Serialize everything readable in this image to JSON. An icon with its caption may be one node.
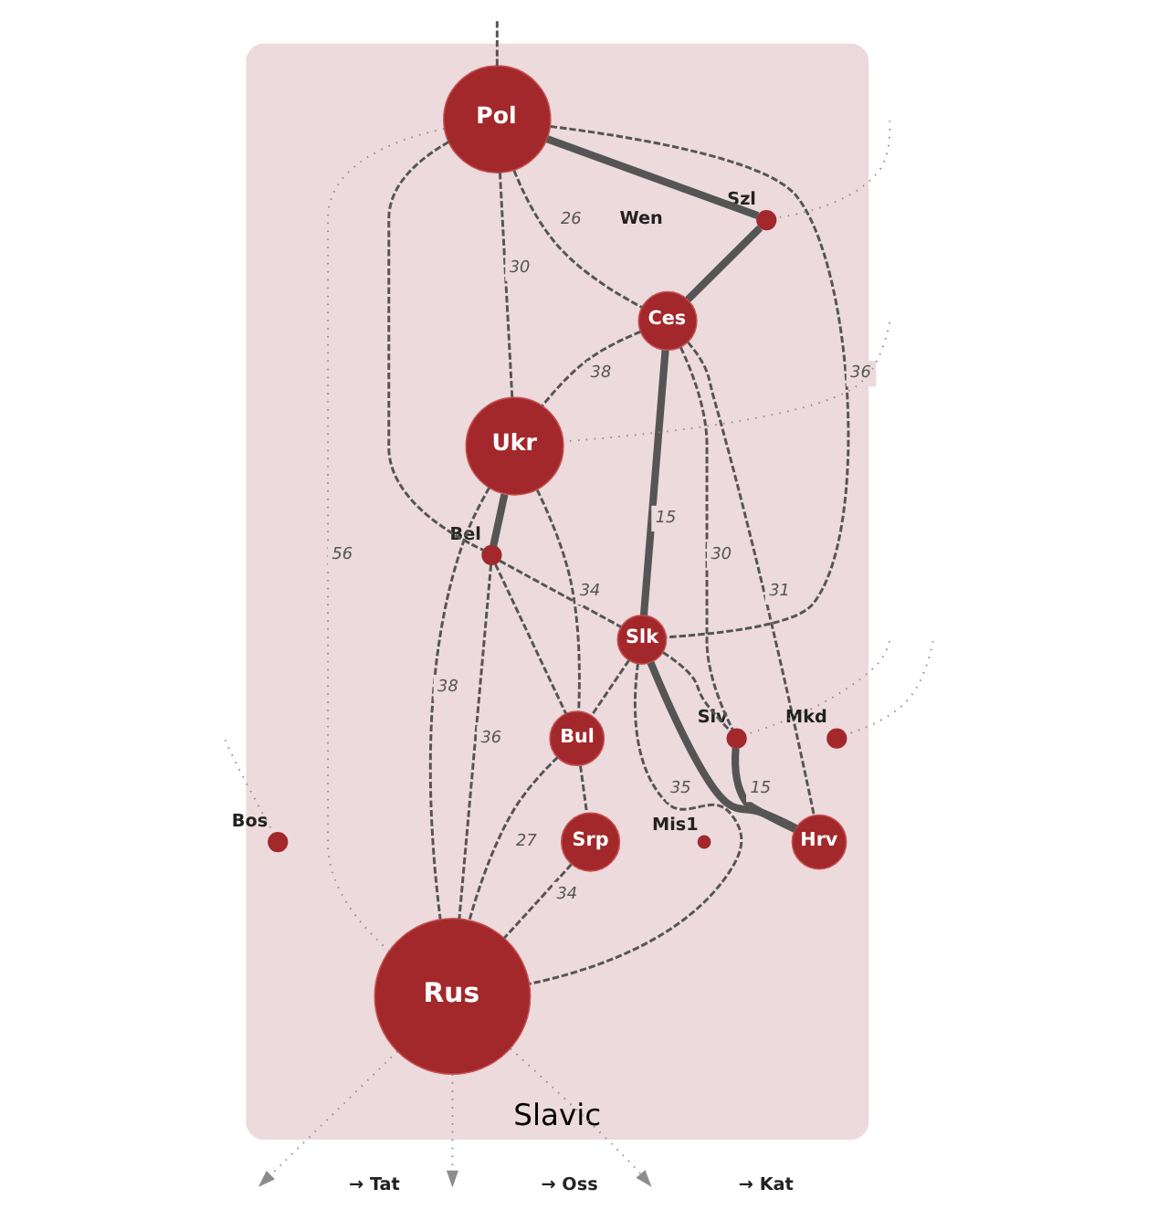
{
  "diagram": {
    "nodes": [
      {
        "text": [
          "Slavic"
        ]
      },
      {
        "text": [
          "Pol"
        ],
        "in": 0
      },
      {
        "text": [],
        "shape": "circle",
        "beside": [
          "Szl"
        ],
        "in": 0
      },
      {
        "text": [
          "Ces"
        ],
        "in": 0
      },
      {
        "text": [
          "Ukr"
        ],
        "in": 0
      },
      {
        "text": [],
        "shape": "circle",
        "beside": [
          "Bel"
        ],
        "in": 0
      },
      {
        "text": [
          "Slk"
        ],
        "in": 0
      },
      {
        "text": [],
        "shape": "circle",
        "beside": [
          "Mkd"
        ],
        "in": 0
      },
      {
        "text": [
          "Bul"
        ],
        "in": 0
      },
      {
        "text": [],
        "shape": "circle",
        "beside": [
          "Slv"
        ],
        "in": 0
      },
      {
        "text": [
          "Hrv"
        ],
        "in": 0
      },
      {
        "text": [],
        "shape": "circle",
        "beside": [
          "Bos"
        ],
        "in": 0
      },
      {
        "text": [
          "Srp"
        ],
        "in": 0
      },
      {
        "text": [],
        "shape": "circle",
        "beside": [
          "Mis1"
        ],
        "in": 0
      },
      {
        "text": [
          "Rus"
        ],
        "in": 0
      }
    ],
    "edges": [
      {
        "from": 1,
        "to": 2,
        "arrow": "none",
        "style": "thick"
      },
      {
        "from": 2,
        "to": 3,
        "arrow": "none",
        "style": "thick"
      },
      {
        "from": 1,
        "to": 3,
        "arrow": "none",
        "label": "26",
        "style": "dashed"
      },
      {
        "from": 1,
        "to": 4,
        "arrow": "none",
        "label": "30",
        "style": "dashed"
      },
      {
        "from": 1,
        "to": 14,
        "arrow": "none",
        "label": "56",
        "style": "dashed",
        "color": "#8c8c8c"
      },
      {
        "from": 1,
        "to": 6,
        "arrow": "none",
        "label": "36",
        "style": "dashed"
      },
      {
        "from": 1,
        "to": 5,
        "arrow": "none",
        "style": "dashed"
      },
      {
        "from": 3,
        "to": 4,
        "arrow": "none",
        "label": "38",
        "style": "dashed"
      },
      {
        "from": 3,
        "to": 6,
        "arrow": "none",
        "label": "15",
        "style": "thick"
      },
      {
        "from": 3,
        "to": 9,
        "arrow": "none",
        "label": "30",
        "style": "dashed"
      },
      {
        "from": 3,
        "to": 10,
        "arrow": "none",
        "label": "31",
        "style": "dashed"
      },
      {
        "from": 4,
        "to": 5,
        "arrow": "none",
        "style": "thick"
      },
      {
        "from": 5,
        "to": 6,
        "arrow": "none",
        "label": "34",
        "style": "dashed"
      },
      {
        "from": 5,
        "to": 8,
        "arrow": "none",
        "style": "dashed"
      },
      {
        "from": 4,
        "to": 8,
        "arrow": "none",
        "style": "dashed"
      },
      {
        "from": 5,
        "to": 14,
        "arrow": "none",
        "label": "36",
        "style": "dashed"
      },
      {
        "from": 4,
        "to": 14,
        "arrow": "none",
        "label": "38",
        "style": "dashed"
      },
      {
        "from": 6,
        "to": 8,
        "arrow": "none",
        "style": "dashed"
      },
      {
        "from": 6,
        "to": 9,
        "arrow": "none",
        "style": "dashed"
      },
      {
        "from": 6,
        "to": 10,
        "arrow": "none",
        "style": "thick"
      },
      {
        "from": 9,
        "to": 10,
        "arrow": "none",
        "label": "15",
        "style": "thick"
      },
      {
        "from": 6,
        "to": 14,
        "arrow": "none",
        "label": "35",
        "style": "dashed"
      },
      {
        "from": 8,
        "to": 12,
        "arrow": "none",
        "style": "dashed"
      },
      {
        "from": 8,
        "to": 14,
        "arrow": "none",
        "label": "27",
        "style": "dashed"
      },
      {
        "from": 12,
        "to": 14,
        "arrow": "none",
        "label": "34",
        "style": "dashed"
      },
      {
        "from": null,
        "to": 1,
        "arrow": "none",
        "style": "dashed"
      },
      {
        "from": null,
        "to": 2,
        "arrow": "none",
        "style": "dashed",
        "color": "#8c8c8c"
      },
      {
        "from": null,
        "to": 4,
        "arrow": "none",
        "style": "dashed",
        "color": "#8c8c8c"
      },
      {
        "from": null,
        "to": 7,
        "arrow": "none",
        "style": "dashed",
        "color": "#8c8c8c"
      },
      {
        "from": null,
        "to": 9,
        "arrow": "none",
        "style": "dashed",
        "color": "#8c8c8c"
      },
      {
        "from": null,
        "to": 11,
        "arrow": "none",
        "style": "dashed",
        "color": "#8c8c8c"
      },
      {
        "from": 14,
        "to": null,
        "arrow": "to",
        "style": "dashed",
        "color": "#8c8c8c"
      },
      {
        "from": 14,
        "to": null,
        "arrow": "to",
        "style": "dashed",
        "color": "#8c8c8c"
      },
      {
        "from": 14,
        "to": null,
        "arrow": "to",
        "style": "dashed",
        "color": "#8c8c8c"
      }
    ],
    "labels": [
      "Wen",
      "→ Tat",
      "→ Oss",
      "→ Kat"
    ]
  }
}
